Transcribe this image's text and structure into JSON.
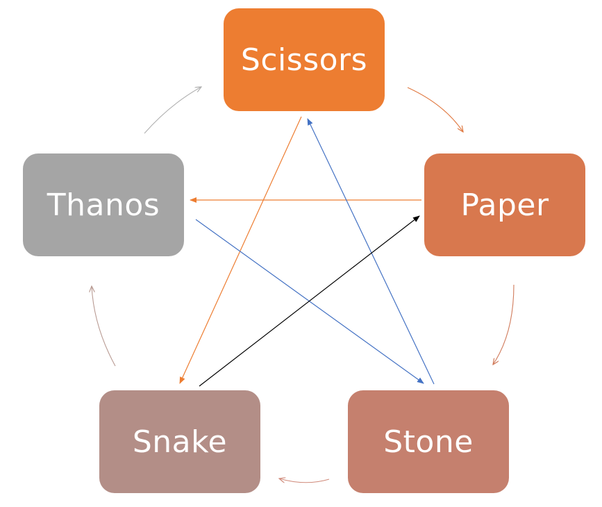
{
  "nodes": {
    "scissors": {
      "label": "Scissors",
      "color": "#ED7D31"
    },
    "paper": {
      "label": "Paper",
      "color": "#D8784E"
    },
    "stone": {
      "label": "Stone",
      "color": "#C5806E"
    },
    "snake": {
      "label": "Snake",
      "color": "#B38E87"
    },
    "thanos": {
      "label": "Thanos",
      "color": "#A5A5A5"
    }
  },
  "edges": [
    {
      "from": "scissors",
      "to": "paper",
      "kind": "cycle",
      "color": "#E07840"
    },
    {
      "from": "paper",
      "to": "stone",
      "kind": "cycle",
      "color": "#D07A5A"
    },
    {
      "from": "stone",
      "to": "snake",
      "kind": "cycle",
      "color": "#D08A7A"
    },
    {
      "from": "snake",
      "to": "thanos",
      "kind": "cycle",
      "color": "#B89A92"
    },
    {
      "from": "thanos",
      "to": "scissors",
      "kind": "cycle",
      "color": "#B0B0B0"
    },
    {
      "from": "paper",
      "to": "thanos",
      "kind": "cross",
      "color": "#ED7D31"
    },
    {
      "from": "scissors",
      "to": "snake",
      "kind": "cross",
      "color": "#ED7D31"
    },
    {
      "from": "stone",
      "to": "scissors",
      "kind": "cross",
      "color": "#4472C4"
    },
    {
      "from": "thanos",
      "to": "stone",
      "kind": "cross",
      "color": "#4472C4"
    },
    {
      "from": "snake",
      "to": "paper",
      "kind": "cross",
      "color": "#000000"
    }
  ]
}
